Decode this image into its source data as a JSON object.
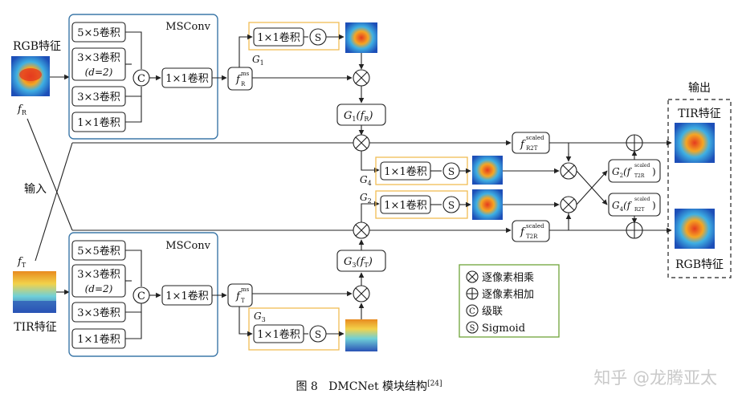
{
  "caption": {
    "fig": "图 8",
    "text": "DMCNet 模块结构",
    "ref": "[24]"
  },
  "watermark": "知乎 @龙腾亚太",
  "labels": {
    "rgb_in": "RGB特征",
    "tir_in": "TIR特征",
    "input": "输入",
    "output": "输出",
    "tir_out": "TIR特征",
    "rgb_out": "RGB特征",
    "msconv": "MSConv",
    "conv5": "5×5卷积",
    "conv3d_a": "3×3卷积",
    "conv3d_b": "(d=2)",
    "conv3": "3×3卷积",
    "conv1": "1×1卷积",
    "concat": "C",
    "sig": "S",
    "f": "f",
    "sub_R": "R",
    "sub_T": "T",
    "sup_ms": "ms",
    "G1": "G",
    "G2": "G",
    "G3": "G",
    "G4": "G",
    "n1": "1",
    "n2": "2",
    "n3": "3",
    "n4": "4",
    "scaled": "scaled",
    "R2T": "R2T",
    "T2R": "T2R"
  },
  "legend": [
    {
      "icon": "multiply-icon",
      "text": "逐像素相乘"
    },
    {
      "icon": "add-icon",
      "text": "逐像素相加"
    },
    {
      "icon": "concat-icon",
      "text": "级联"
    },
    {
      "icon": "sigmoid-icon",
      "text": "Sigmoid"
    }
  ],
  "colors": {
    "msconv_border": "#3d78a8",
    "gate_border": "#f0bd55",
    "legend_border": "#6fa43a",
    "heat_low": "#1d4fb8",
    "heat_mid": "#3fb0e3",
    "heat_high": "#e53b1f"
  }
}
